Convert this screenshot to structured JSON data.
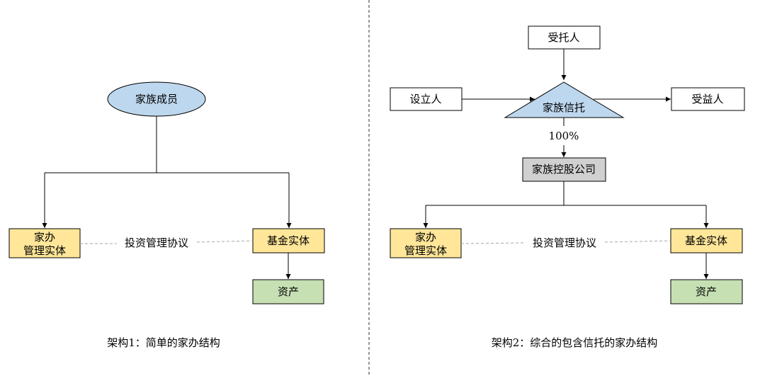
{
  "left": {
    "root": "家族成员",
    "office_line1": "家办",
    "office_line2": "管理实体",
    "fund": "基金实体",
    "asset": "资产",
    "agreement": "投资管理协议",
    "caption": "架构1：简单的家办结构"
  },
  "right": {
    "trustee": "受托人",
    "settlor": "设立人",
    "beneficiary": "受益人",
    "trust": "家族信托",
    "share": "100%",
    "holding": "家族控股公司",
    "office_line1": "家办",
    "office_line2": "管理实体",
    "fund": "基金实体",
    "asset": "资产",
    "agreement": "投资管理协议",
    "caption": "架构2：综合的包含信托的家办结构"
  },
  "colors": {
    "blue_fill": "#bdd7ee",
    "yellow_fill": "#ffe699",
    "green_fill": "#c6e0b4",
    "grey_fill": "#d0d0d0",
    "dashed_line": "#a6a6a6"
  }
}
